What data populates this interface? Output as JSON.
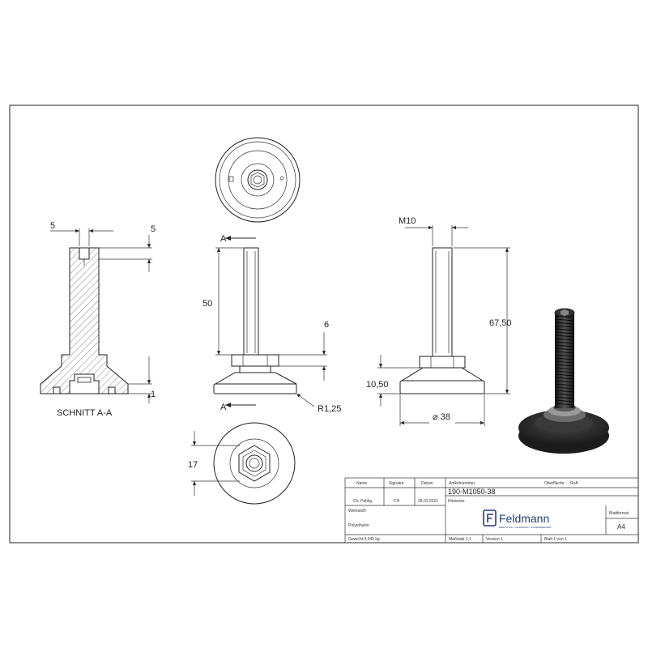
{
  "views": {
    "section": {
      "label": "SCHNITT A-A",
      "dims": {
        "top_width": "5",
        "top_depth": "5",
        "base_step": "1"
      }
    },
    "front": {
      "cut_marker": "A",
      "dims": {
        "thread_length": "50",
        "nut_height": "6",
        "radius": "R1,25"
      }
    },
    "side": {
      "dims": {
        "thread": "M10",
        "total_height": "67,50",
        "base_height": "10,50",
        "diameter": "⌀ 38"
      }
    },
    "bottom": {
      "dims": {
        "hex_width": "17"
      }
    }
  },
  "title_block": {
    "headers": {
      "name": "Name",
      "signature": "Signatur",
      "date": "Datum",
      "article_no": "Artikelnummer",
      "surface": "Oberfläche:",
      "surface_value": "RoA"
    },
    "row": {
      "name": "Ch. Pahlig",
      "signature": "CH",
      "date": "28.01.2021"
    },
    "article_number": "190-M1050-38",
    "material_label": "Werkstoff:",
    "material_value": "Polyethylen",
    "weight": "Gewicht 0,049 kg",
    "designation_label": "Hinweise:",
    "scale": "Maßstab 1:1",
    "version": "Version 1",
    "sheet": "Blatt 1 von 1",
    "format_label": "Blattformat",
    "format_value": "A4",
    "brand_name": "Feldmann",
    "brand_tagline": "EDELSTAHL • ALUMINIUM • SCHMIEDEEISEN"
  },
  "colors": {
    "line": "#222222",
    "brand": "#1f3f7a",
    "rubber": "#2a2a2a",
    "thread_dark": "#1b1b1b"
  }
}
